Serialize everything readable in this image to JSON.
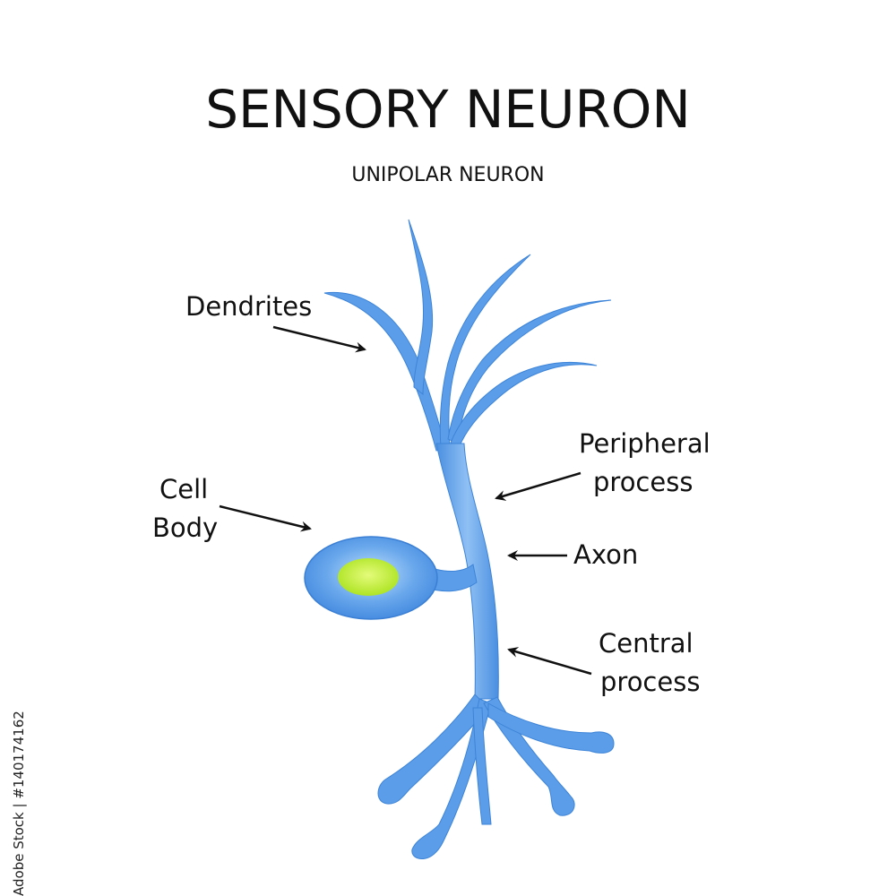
{
  "title": "SENSORY NEURON",
  "subtitle": "UNIPOLAR NEURON",
  "labels": {
    "dendrites": "Dendrites",
    "cell_body_line1": "Cell",
    "cell_body_line2": "Body",
    "peripheral_line1": "Peripheral",
    "peripheral_line2": "process",
    "axon": "Axon",
    "central_line1": "Central",
    "central_line2": "process"
  },
  "watermark": "Adobe Stock | #140174162",
  "colors": {
    "neuron": "#5b9de8",
    "neuron_light": "#a9cdf5",
    "nucleus": "#c6f03a",
    "text": "#111111"
  }
}
